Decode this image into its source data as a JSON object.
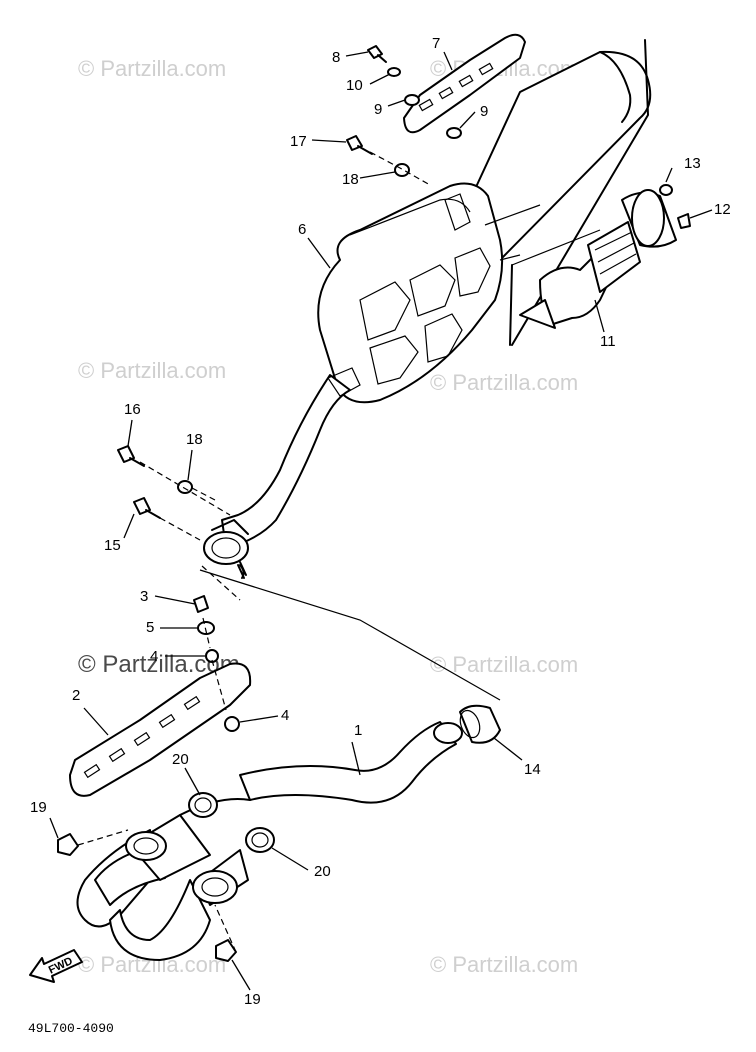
{
  "diagram": {
    "drawing_code": "49L700-4090",
    "direction_label": "FWD",
    "watermark": "© Partzilla.com",
    "callouts": [
      {
        "id": "c1",
        "num": "1"
      },
      {
        "id": "c2",
        "num": "2"
      },
      {
        "id": "c3",
        "num": "3"
      },
      {
        "id": "c4a",
        "num": "4"
      },
      {
        "id": "c4b",
        "num": "4"
      },
      {
        "id": "c5",
        "num": "5"
      },
      {
        "id": "c6",
        "num": "6"
      },
      {
        "id": "c7",
        "num": "7"
      },
      {
        "id": "c8",
        "num": "8"
      },
      {
        "id": "c9a",
        "num": "9"
      },
      {
        "id": "c9b",
        "num": "9"
      },
      {
        "id": "c10",
        "num": "10"
      },
      {
        "id": "c11",
        "num": "11"
      },
      {
        "id": "c12",
        "num": "12"
      },
      {
        "id": "c13",
        "num": "13"
      },
      {
        "id": "c14",
        "num": "14"
      },
      {
        "id": "c15",
        "num": "15"
      },
      {
        "id": "c16",
        "num": "16"
      },
      {
        "id": "c17",
        "num": "17"
      },
      {
        "id": "c18a",
        "num": "18"
      },
      {
        "id": "c18b",
        "num": "18"
      },
      {
        "id": "c19a",
        "num": "19"
      },
      {
        "id": "c19b",
        "num": "19"
      },
      {
        "id": "c20a",
        "num": "20"
      },
      {
        "id": "c20b",
        "num": "20"
      }
    ]
  }
}
